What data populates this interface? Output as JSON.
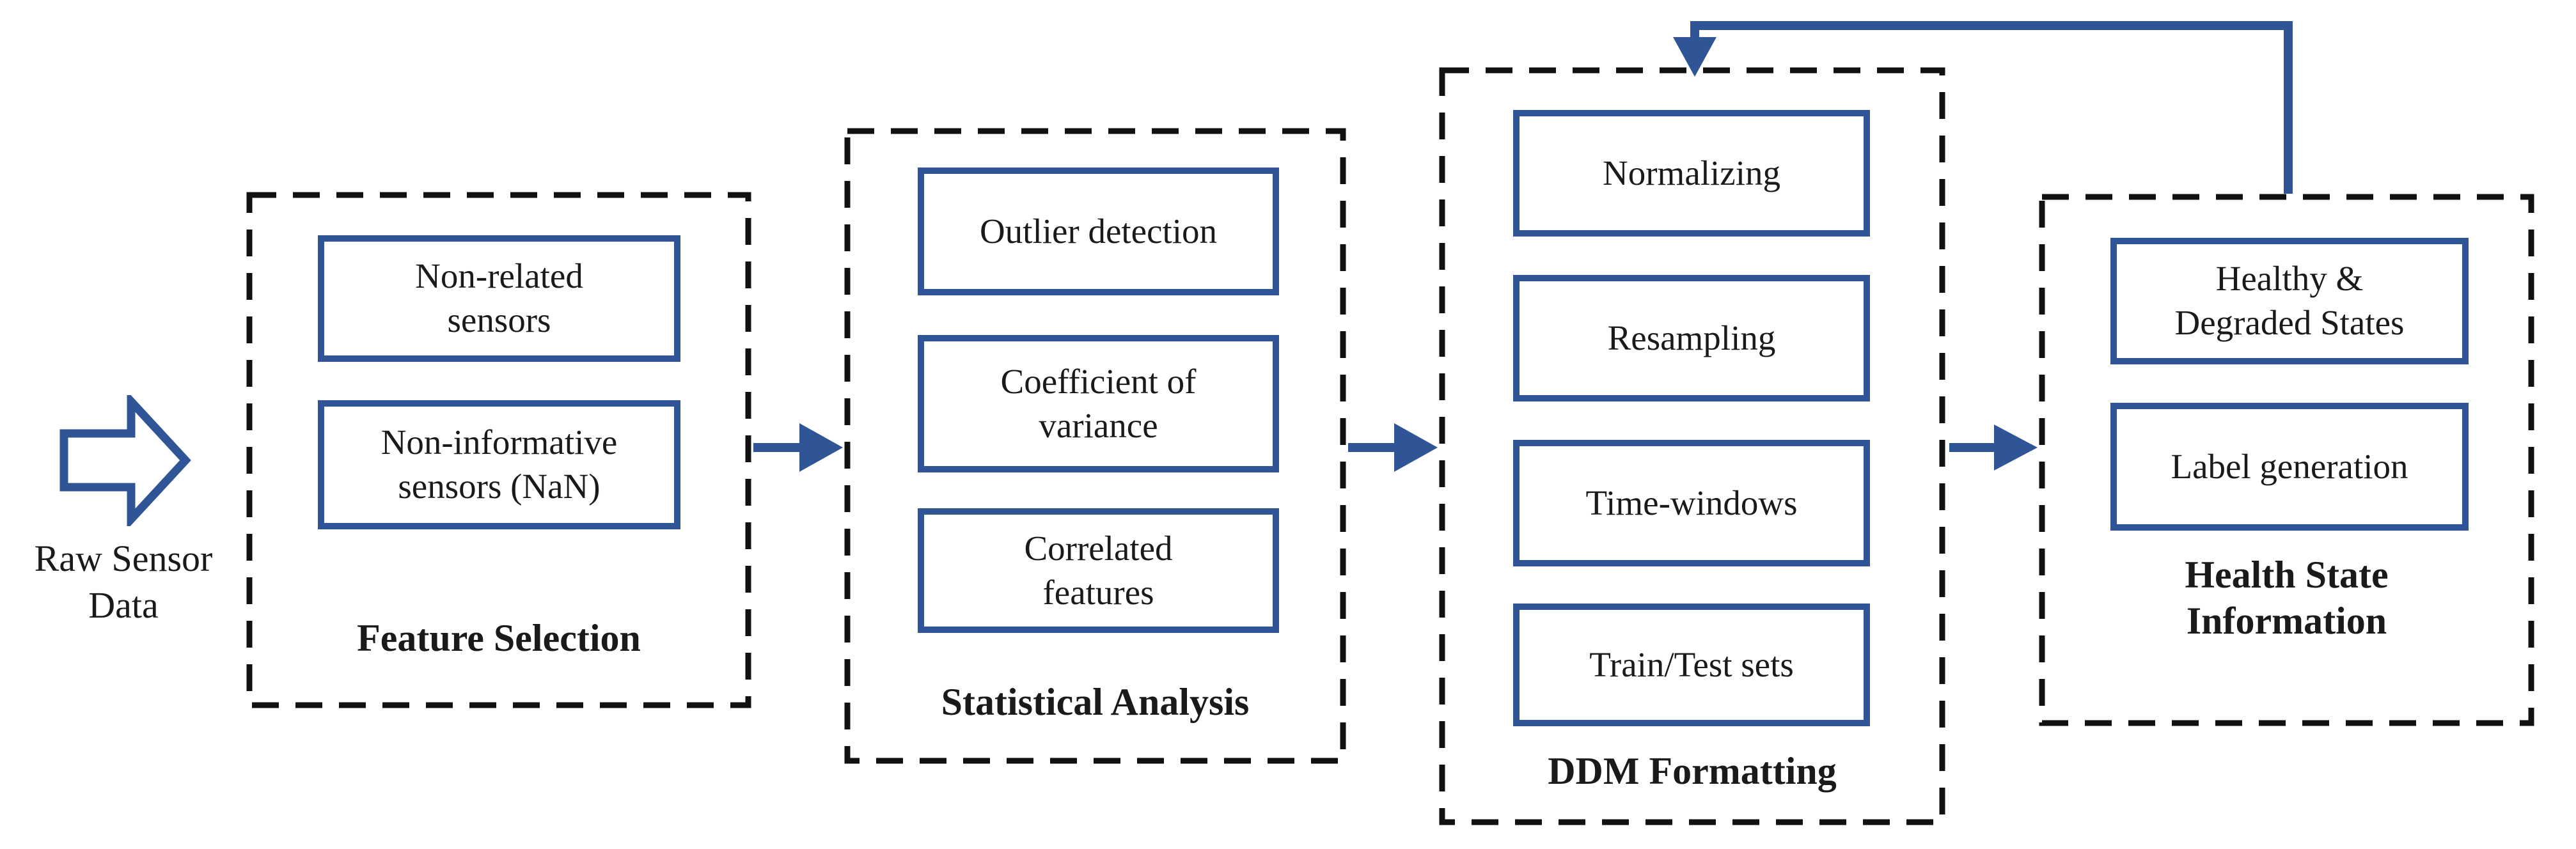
{
  "input": {
    "icon": "block-arrow-right-icon",
    "label": "Raw Sensor\nData"
  },
  "groups": [
    {
      "title": "Feature Selection",
      "items": [
        {
          "label": "Non-related\nsensors"
        },
        {
          "label": "Non-informative\nsensors (NaN)"
        }
      ]
    },
    {
      "title": "Statistical Analysis",
      "items": [
        {
          "label": "Outlier detection"
        },
        {
          "label": "Coefficient of\nvariance"
        },
        {
          "label": "Correlated\nfeatures"
        }
      ]
    },
    {
      "title": "DDM Formatting",
      "items": [
        {
          "label": "Normalizing"
        },
        {
          "label": "Resampling"
        },
        {
          "label": "Time-windows"
        },
        {
          "label": "Train/Test sets"
        }
      ]
    },
    {
      "title": "Health State\nInformation",
      "items": [
        {
          "label": "Healthy &\nDegraded States"
        },
        {
          "label": "Label generation"
        }
      ]
    }
  ],
  "connectors": {
    "flow_direction": "left-to-right",
    "feedback": "from Health State Information top to DDM Formatting top"
  },
  "colors": {
    "accent_blue": "#2F5597",
    "dash_black": "#111111",
    "text_black": "#1A1A1A",
    "background": "#FFFFFF"
  }
}
